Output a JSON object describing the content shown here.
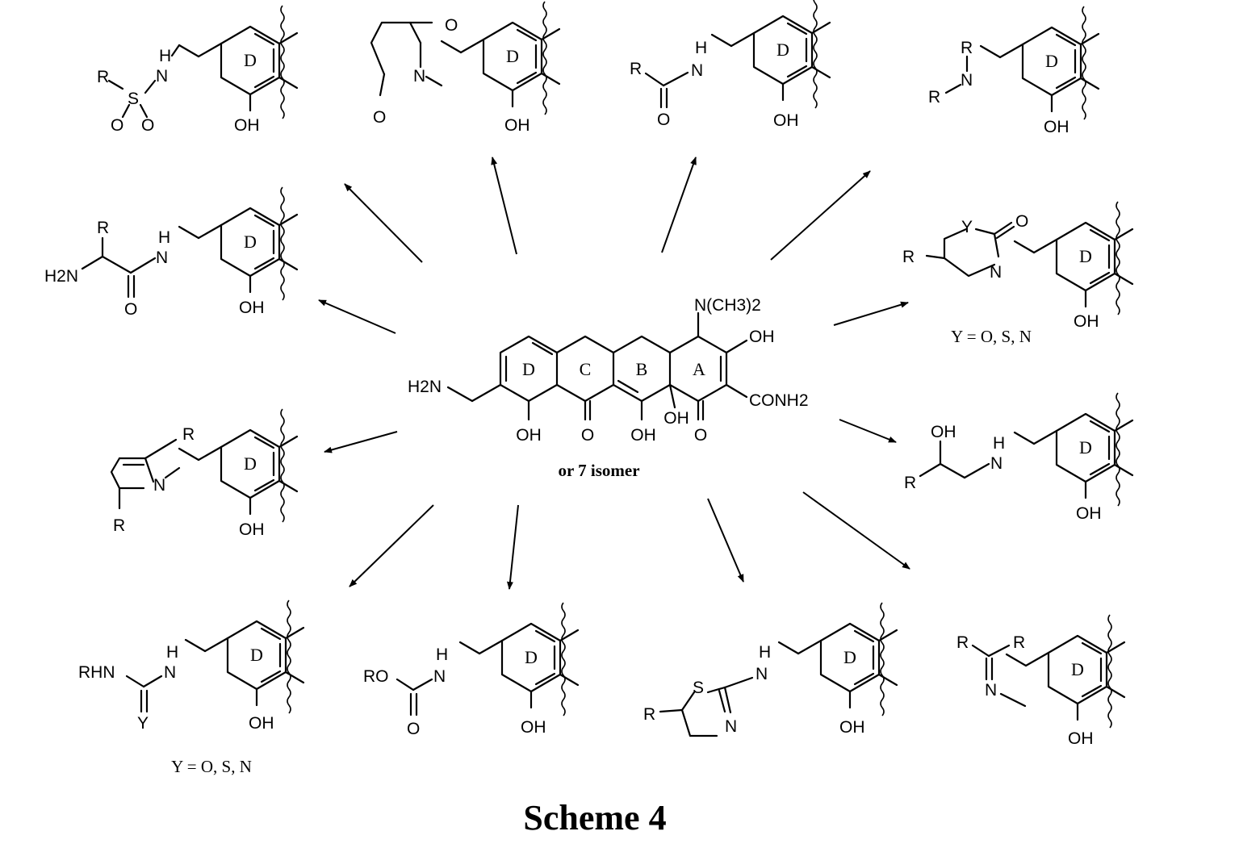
{
  "title": "Scheme 4",
  "core": {
    "rings": [
      "D",
      "C",
      "B",
      "A"
    ],
    "substituents": {
      "amine": "H2N",
      "dimethylamino": "N(CH3)2",
      "oh_a": "OH",
      "conh2": "CONH2",
      "oh_10": "OH",
      "o_11": "O",
      "oh_12": "OH",
      "oh_12a": "OH",
      "o_1": "O"
    },
    "caption": "or 7 isomer"
  },
  "products": [
    {
      "id": "sulfonamide",
      "labels": [
        "R",
        "S",
        "H",
        "N",
        "O",
        "O",
        "OH",
        "D"
      ]
    },
    {
      "id": "succinimide",
      "labels": [
        "O",
        "N",
        "O",
        "OH",
        "D"
      ]
    },
    {
      "id": "amide",
      "labels": [
        "R",
        "H",
        "N",
        "O",
        "OH",
        "D"
      ]
    },
    {
      "id": "tertiary-amine",
      "labels": [
        "R",
        "N",
        "R",
        "OH",
        "D"
      ]
    },
    {
      "id": "amino-acid-amide",
      "labels": [
        "R",
        "H2N",
        "H",
        "N",
        "O",
        "OH",
        "D"
      ]
    },
    {
      "id": "oxazolidinone",
      "labels": [
        "Y",
        "O",
        "R",
        "N",
        "OH",
        "D"
      ],
      "note": "Y = O, S, N"
    },
    {
      "id": "pyrrole",
      "labels": [
        "R",
        "N",
        "R",
        "OH",
        "D"
      ]
    },
    {
      "id": "amino-alcohol",
      "labels": [
        "OH",
        "H",
        "N",
        "R",
        "OH",
        "D"
      ]
    },
    {
      "id": "urea",
      "labels": [
        "RHN",
        "H",
        "N",
        "Y",
        "OH",
        "D"
      ],
      "note": "Y = O, S, N"
    },
    {
      "id": "carbamate",
      "labels": [
        "RO",
        "H",
        "N",
        "O",
        "OH",
        "D"
      ]
    },
    {
      "id": "thiazole",
      "labels": [
        "S",
        "H",
        "N",
        "R",
        "N",
        "OH",
        "D"
      ]
    },
    {
      "id": "imine",
      "labels": [
        "R",
        "R",
        "N",
        "OH",
        "D"
      ]
    }
  ]
}
